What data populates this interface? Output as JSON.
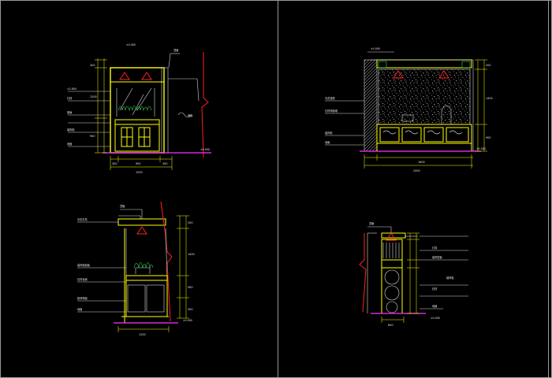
{
  "drawing": {
    "sheet_background": "#000000",
    "colors": {
      "outline": "#ffff00",
      "annotation": "#d8d8d8",
      "plant": "#39d84e",
      "leader": "#33e0e0",
      "lamp": "#ff2020",
      "floor": "#ff30ff"
    }
  },
  "views": [
    {
      "id": "elevation-a",
      "top_tag": "±0.000",
      "notes": [
        "±2.800",
        "顶面",
        "灯具",
        "玻璃",
        "装饰柜",
        "地面"
      ],
      "callout": "墙面",
      "dims_bottom": [
        "300",
        "900",
        "300"
      ],
      "total_width": "1500",
      "dims_side": [
        "200",
        "1200",
        "900"
      ],
      "level_tag": "±0.000"
    },
    {
      "id": "elevation-b",
      "top_tag": "±0.000",
      "notes": [
        "天花造型",
        "石材饰面墙",
        "装饰柜",
        "地面"
      ],
      "dims_bottom": [
        "1600"
      ],
      "total_width": "2400",
      "dims_side": [
        "200",
        "1400",
        "900"
      ],
      "level_tag": "±0.000"
    },
    {
      "id": "section-a",
      "top_tag": "顶面",
      "notes": [
        "天花灯具",
        "装饰柜面板",
        "石材台面",
        "柜体饰面",
        "地面"
      ],
      "dims_bottom": [
        "1200"
      ],
      "dims_side": [
        "200",
        "1400",
        "900",
        "300"
      ],
      "level_tag": "±0.000"
    },
    {
      "id": "section-b",
      "top_tag": "顶面",
      "notes": [
        "灯具",
        "装饰层板",
        "装饰柜",
        "石材",
        "地面"
      ],
      "dims_bottom": [
        "600"
      ],
      "level_tag": "±0.000"
    }
  ]
}
